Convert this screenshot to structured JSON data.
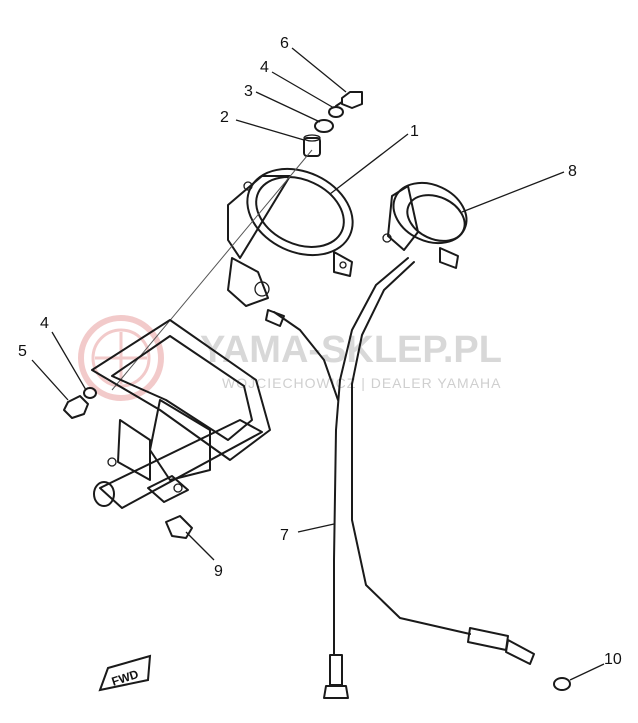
{
  "callouts": {
    "c1": "1",
    "c2": "2",
    "c3": "3",
    "c4a": "4",
    "c4b": "4",
    "c5": "5",
    "c6": "6",
    "c7": "7",
    "c8": "8",
    "c9": "9",
    "c10": "10"
  },
  "direction_badge": "FWD",
  "watermark": {
    "brand": "YAMA-SKLEP.PL",
    "subtitle": "WOJCIECHOWICZ | DEALER YAMAHA",
    "logo_color": "#e8a0a0",
    "text_color": "#d6d6d6"
  }
}
